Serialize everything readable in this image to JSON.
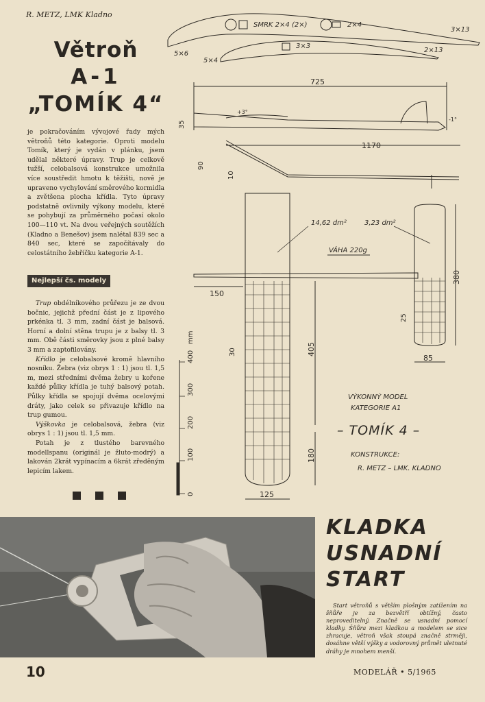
{
  "header": {
    "author": "R. METZ, LMK Kladno"
  },
  "title": {
    "line1": "Větroň",
    "line2": "A-1",
    "line3": "„TOMÍK 4“"
  },
  "intro": "je pokračováním vývojové řady mých větroňů této kategorie. Oproti modelu Tomík, který je vydán v plánku, jsem udělal některé úpravy. Trup je celkově tužší, celobalsová konstrukce umožnila více soustředit hmotu k těžišti, nově je upraveno vychylování směrového kormidla a zvětšena plocha křídla. Tyto úpravy podstatně ovlivnily výkony modelu, které se pohybují za průměrného počasí okolo 100—110 vt. Na dvou veřejných soutěžích (Kladno a Benešov) jsem nalétal 839 sec a 840 sec, které se započítávaly do celostátního žebříčku kategorie A-1.",
  "badge": "Nejlepší čs. modely",
  "body": [
    {
      "term": "Trup",
      "text": " obdélníkového průřezu je ze dvou bočnic, jejichž přední část je z lipového prkénka tl. 3 mm, zadní část je balsová. Horní a dolní stěna trupu je z balsy tl. 3 mm. Obě části směrovky jsou z plné balsy 3 mm a zapto­filovány."
    },
    {
      "term": "Křídlo",
      "text": " je celobalsové kromě hlavního nosníku. Žebra (viz obrys 1 : 1) jsou tl. 1,5 m, mezi středními dvěma žebry u kořene každé půlky křídla je tuhý balsový potah. Půlky křídla se spojují dvěma ocelovými dráty, jako celek se přivazuje křídlo na trup gumou."
    },
    {
      "term": "Výškovka",
      "text": " je celobalsová, žebra (viz obrys 1 : 1) jsou tl. 1,5 mm."
    },
    {
      "term": "",
      "text": "Potah je z tlustého barevného modellspanu (originál je žluto-modrý) a lakován 2krát vypínacím a 6krát zředěným lepicím lakem."
    }
  ],
  "drawing": {
    "profile_labels": {
      "wing_spar": "SMRK 2×4 (2×)",
      "wing_spar2": "2×4",
      "wing_te": "3×13",
      "wing_le": "5×6",
      "stab_spar": "3×3",
      "stab_te": "2×13",
      "stab_le": "5×4"
    },
    "dims": {
      "fuselage_length": "725",
      "fuselage_height": "35",
      "wing_angle": "+3°",
      "stab_angle": "-1°",
      "span": "1170",
      "dihedral_h1": "90",
      "dihedral_h2": "10",
      "wing_area": "14,62 dm²",
      "stab_area": "3,23 dm²",
      "weight": "VÁHA 220g",
      "nose": "150",
      "stab_chord": "380",
      "stab_small": "25",
      "stab_width": "85",
      "wing_mid": "405",
      "rib_a": "30",
      "wing_tip": "180",
      "wing_chord": "125"
    },
    "scale": {
      "unit": "mm",
      "labels": [
        "400",
        "300",
        "200",
        "100",
        "0"
      ]
    },
    "caption": {
      "line1": "VÝKONNÝ MODEL",
      "line2": "KATEGORIE A1",
      "name": "– TOMÍK 4 –",
      "label": "KONSTRUKCE:",
      "designer": "R. METZ  –  LMK. KLADNO"
    }
  },
  "kladka": {
    "title1": "KLADKA",
    "title2": "USNADNÍ",
    "title3": "START",
    "text": "Start větroňů s větším plošným zatížením na šňůře je za bezvětří obtížný, často neproveditelný. Značně se usnadní pomocí kladky. Šňůra mezi kladkou a modelem se sice zhracuje, větroň však stoupá značně strměji, dosáhne větší výšky a vodorovný průmět uletnuté dráhy je mnohem menší."
  },
  "footer": {
    "page": "10",
    "magazine": "MODELÁŘ • 5/1965"
  }
}
